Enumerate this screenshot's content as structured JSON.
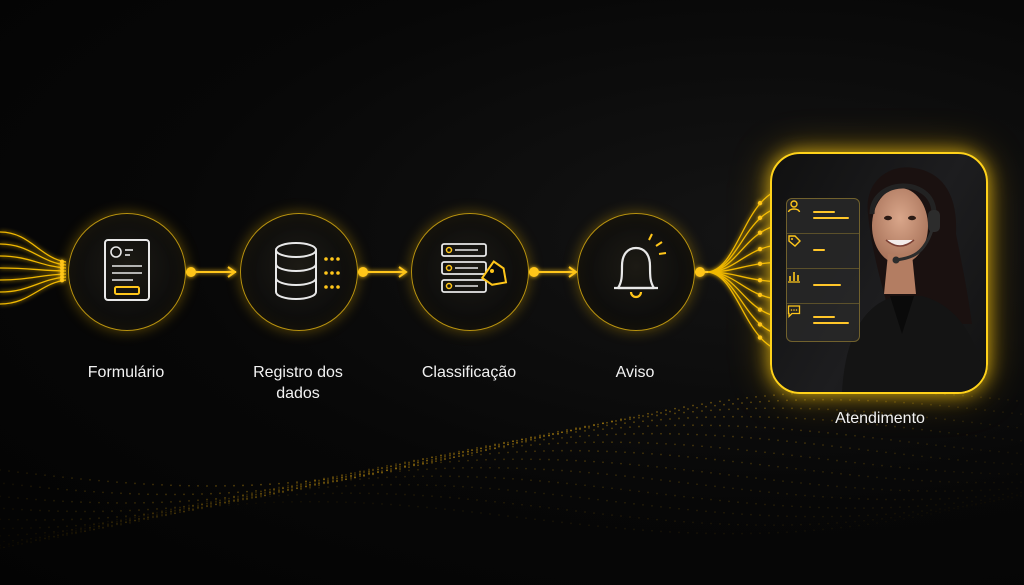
{
  "steps": [
    {
      "id": "formulario",
      "label": "Formulário",
      "icon": "form-document-icon"
    },
    {
      "id": "registro",
      "label": "Registro dos dados",
      "label_lines": [
        "Registro dos",
        "dados"
      ],
      "icon": "database-icon"
    },
    {
      "id": "classificacao",
      "label": "Classificação",
      "icon": "list-tag-icon"
    },
    {
      "id": "aviso",
      "label": "Aviso",
      "icon": "bell-icon"
    },
    {
      "id": "atendimento",
      "label": "Atendimento",
      "icon": "support-agent-card"
    }
  ],
  "attendance_menu_icons": [
    "user-icon",
    "tag-icon",
    "bar-chart-icon",
    "chat-icon"
  ],
  "colors": {
    "accent": "#ffc61a",
    "accent_dim": "#b8920f",
    "background": "#050505",
    "text": "#f2f2f2"
  }
}
